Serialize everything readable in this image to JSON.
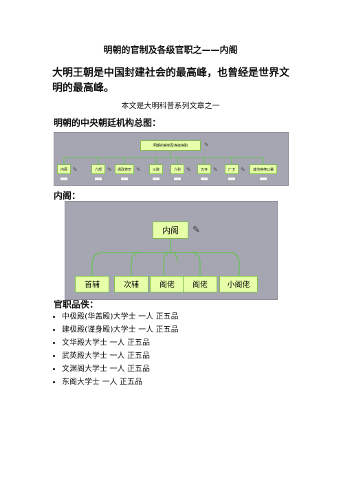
{
  "title": "明朝的官制及各级官职之——内阁",
  "lead": "大明王朝是中国封建社会的最高峰，也曾经是世界文明的最高峰。",
  "note": "本文是大明科普系列文章之一",
  "section1": {
    "heading": "明朝的中央朝廷机构总图：",
    "root": "明朝的官制及各级官职",
    "boxes": [
      "内阁",
      "六部",
      "通政使司",
      "三院",
      "六科",
      "五寺",
      "厂卫",
      "其他官僚公署"
    ],
    "icon": "document-icon"
  },
  "section2": {
    "heading": "内阁：",
    "root": "内阁",
    "boxes": [
      "首辅",
      "次辅",
      "阁佬",
      "阁佬",
      "小阁佬"
    ],
    "icon": "document-icon"
  },
  "section3": {
    "heading": "官职品佚：",
    "items": [
      "中极殿(华盖殿)大学士 一人 正五品",
      "建极殿(谨身殿)大学士 一人 正五品",
      "文华殿大学士 一人 正五品",
      "武英殿大学士 一人 正五品",
      "文渊阁大学士 一人 正五品",
      "东阁大学士 一人 正五品"
    ]
  }
}
